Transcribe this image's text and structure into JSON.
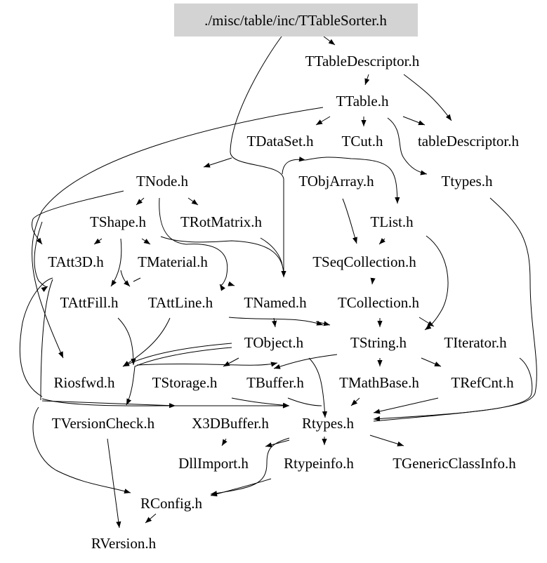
{
  "diagram": {
    "type": "include-dependency-graph",
    "root": "./misc/table/inc/TTableSorter.h",
    "colors": {
      "root_fill": "#d3d3d3",
      "edge": "#000000",
      "text": "#000000",
      "background": "#ffffff"
    },
    "nodes": [
      {
        "id": "root",
        "label": "./misc/table/inc/TTableSorter.h"
      },
      {
        "id": "TTableDescriptor",
        "label": "TTableDescriptor.h"
      },
      {
        "id": "TTable",
        "label": "TTable.h"
      },
      {
        "id": "TDataSet",
        "label": "TDataSet.h"
      },
      {
        "id": "TCut",
        "label": "TCut.h"
      },
      {
        "id": "tableDescriptor",
        "label": "tableDescriptor.h"
      },
      {
        "id": "TNode",
        "label": "TNode.h"
      },
      {
        "id": "TObjArray",
        "label": "TObjArray.h"
      },
      {
        "id": "Ttypes",
        "label": "Ttypes.h"
      },
      {
        "id": "TShape",
        "label": "TShape.h"
      },
      {
        "id": "TRotMatrix",
        "label": "TRotMatrix.h"
      },
      {
        "id": "TList",
        "label": "TList.h"
      },
      {
        "id": "TAtt3D",
        "label": "TAtt3D.h"
      },
      {
        "id": "TMaterial",
        "label": "TMaterial.h"
      },
      {
        "id": "TSeqCollection",
        "label": "TSeqCollection.h"
      },
      {
        "id": "TAttFill",
        "label": "TAttFill.h"
      },
      {
        "id": "TAttLine",
        "label": "TAttLine.h"
      },
      {
        "id": "TNamed",
        "label": "TNamed.h"
      },
      {
        "id": "TCollection",
        "label": "TCollection.h"
      },
      {
        "id": "TObject",
        "label": "TObject.h"
      },
      {
        "id": "TString",
        "label": "TString.h"
      },
      {
        "id": "TIterator",
        "label": "TIterator.h"
      },
      {
        "id": "Riosfwd",
        "label": "Riosfwd.h"
      },
      {
        "id": "TStorage",
        "label": "TStorage.h"
      },
      {
        "id": "TBuffer",
        "label": "TBuffer.h"
      },
      {
        "id": "TMathBase",
        "label": "TMathBase.h"
      },
      {
        "id": "TRefCnt",
        "label": "TRefCnt.h"
      },
      {
        "id": "TVersionCheck",
        "label": "TVersionCheck.h"
      },
      {
        "id": "X3DBuffer",
        "label": "X3DBuffer.h"
      },
      {
        "id": "Rtypes",
        "label": "Rtypes.h"
      },
      {
        "id": "DllImport",
        "label": "DllImport.h"
      },
      {
        "id": "Rtypeinfo",
        "label": "Rtypeinfo.h"
      },
      {
        "id": "TGenericClassInfo",
        "label": "TGenericClassInfo.h"
      },
      {
        "id": "RConfig",
        "label": "RConfig.h"
      },
      {
        "id": "RVersion",
        "label": "RVersion.h"
      }
    ],
    "edges": [
      [
        "root",
        "TTableDescriptor"
      ],
      [
        "root",
        "TNamed"
      ],
      [
        "TTableDescriptor",
        "TTable"
      ],
      [
        "TTableDescriptor",
        "tableDescriptor"
      ],
      [
        "TTable",
        "TDataSet"
      ],
      [
        "TTable",
        "TCut"
      ],
      [
        "TTable",
        "tableDescriptor"
      ],
      [
        "TTable",
        "Ttypes"
      ],
      [
        "TTable",
        "Riosfwd"
      ],
      [
        "TDataSet",
        "TNode"
      ],
      [
        "TDataSet",
        "TObjArray"
      ],
      [
        "TDataSet",
        "TList"
      ],
      [
        "TDataSet",
        "TNamed"
      ],
      [
        "TNode",
        "TShape"
      ],
      [
        "TNode",
        "TRotMatrix"
      ],
      [
        "TNode",
        "TAtt3D"
      ],
      [
        "TNode",
        "TAttFill"
      ],
      [
        "TNode",
        "TAttLine"
      ],
      [
        "TShape",
        "TAtt3D"
      ],
      [
        "TShape",
        "TMaterial"
      ],
      [
        "TShape",
        "TAttFill"
      ],
      [
        "TShape",
        "TAttLine"
      ],
      [
        "TShape",
        "TNamed"
      ],
      [
        "TRotMatrix",
        "TNamed"
      ],
      [
        "TObjArray",
        "TSeqCollection"
      ],
      [
        "TList",
        "TSeqCollection"
      ],
      [
        "TList",
        "TIterator"
      ],
      [
        "TSeqCollection",
        "TCollection"
      ],
      [
        "TAttFill",
        "Riosfwd"
      ],
      [
        "TAttLine",
        "Riosfwd"
      ],
      [
        "TNamed",
        "TObject"
      ],
      [
        "TNamed",
        "TString"
      ],
      [
        "TCollection",
        "TString"
      ],
      [
        "TCollection",
        "TIterator"
      ],
      [
        "TObject",
        "Riosfwd"
      ],
      [
        "TObject",
        "TStorage"
      ],
      [
        "TObject",
        "TBuffer"
      ],
      [
        "TObject",
        "TVersionCheck"
      ],
      [
        "TObject",
        "Rtypes"
      ],
      [
        "TString",
        "TMathBase"
      ],
      [
        "TString",
        "TRefCnt"
      ],
      [
        "TString",
        "TBuffer"
      ],
      [
        "TIterator",
        "Rtypes"
      ],
      [
        "TRefCnt",
        "Rtypes"
      ],
      [
        "TMathBase",
        "Rtypes"
      ],
      [
        "TBuffer",
        "Rtypes"
      ],
      [
        "TStorage",
        "Rtypes"
      ],
      [
        "Ttypes",
        "Rtypes"
      ],
      [
        "TAtt3D",
        "Rtypes"
      ],
      [
        "TVersionCheck",
        "RVersion"
      ],
      [
        "Rtypes",
        "DllImport"
      ],
      [
        "Rtypes",
        "Rtypeinfo"
      ],
      [
        "Rtypes",
        "TGenericClassInfo"
      ],
      [
        "Rtypes",
        "RConfig"
      ],
      [
        "RConfig",
        "RVersion"
      ],
      [
        "Riosfwd",
        "RConfig"
      ]
    ]
  }
}
